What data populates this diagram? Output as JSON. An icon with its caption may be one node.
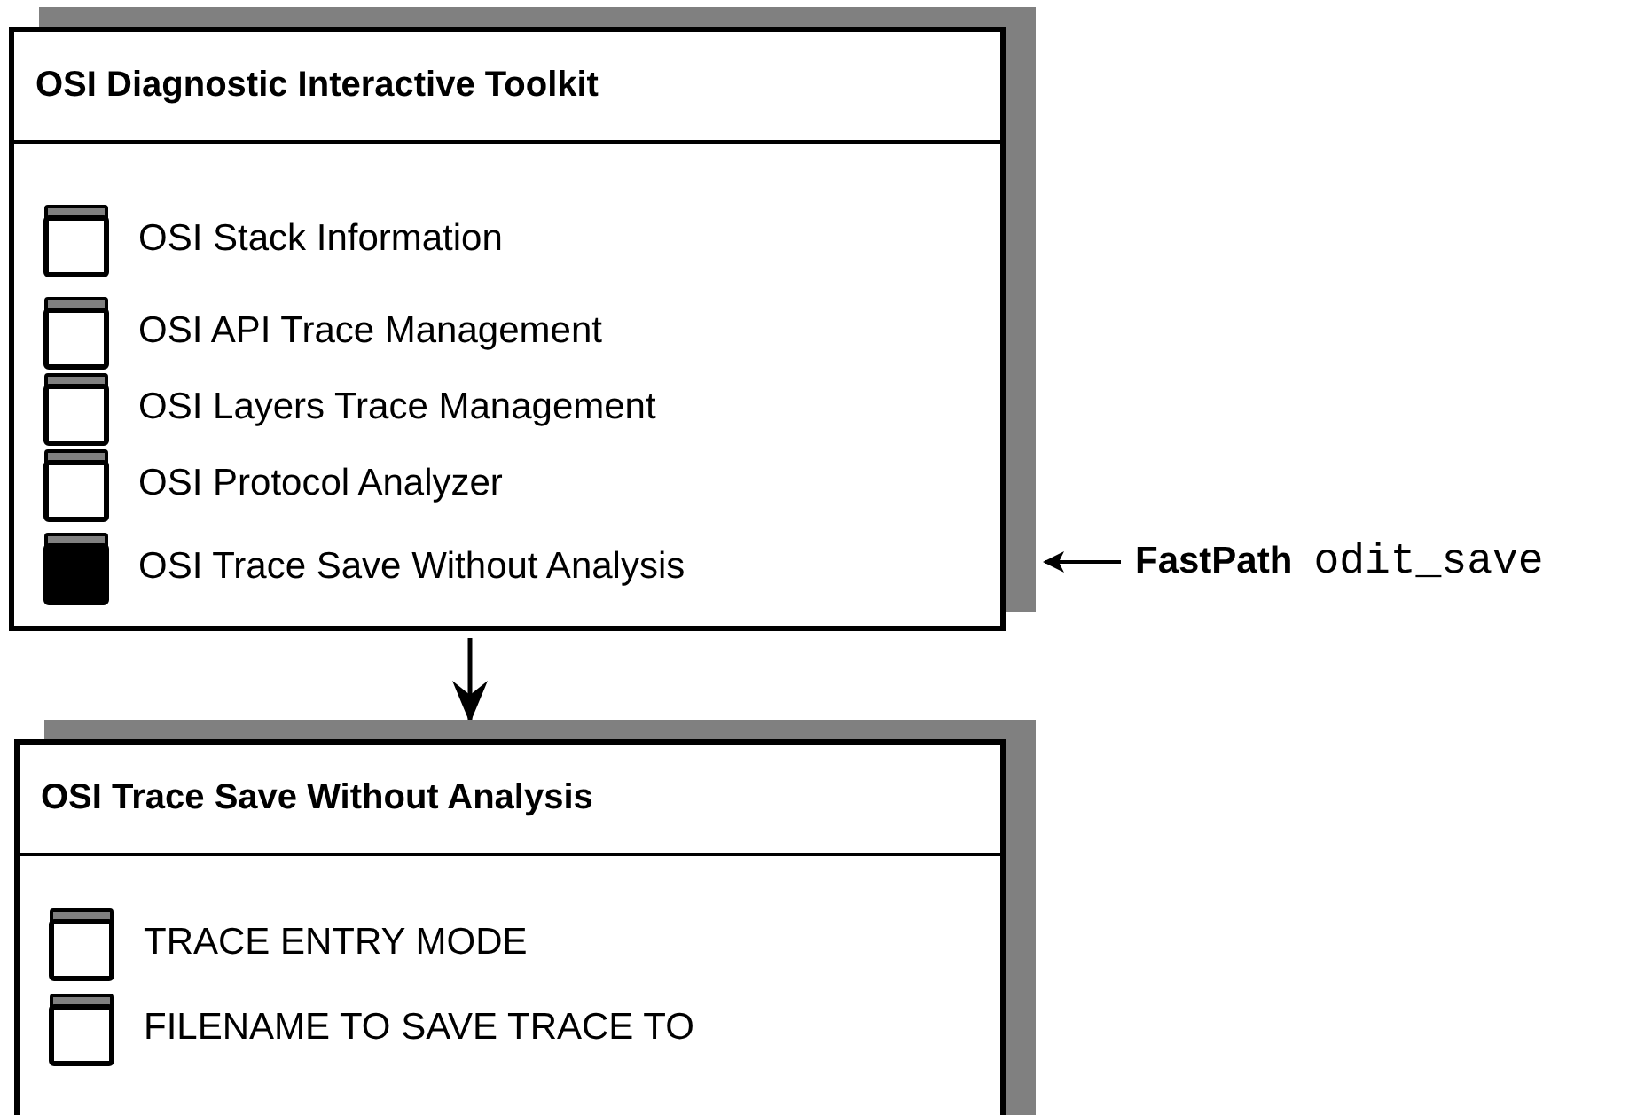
{
  "diagram": {
    "nodes": [
      {
        "text": [
          "OSI Diagnostic Interactive Toolkit",
          "OSI Stack Information",
          "OSI API Trace Management",
          "OSI Layers Trace Management",
          "OSI Protocol Analyzer",
          "OSI Trace Save Without Analysis"
        ]
      },
      {
        "text": [
          "FastPath",
          "odit_save"
        ]
      },
      {
        "text": [
          "OSI Trace Save Without Analysis",
          "TRACE ENTRY MODE",
          "FILENAME TO SAVE TRACE TO"
        ]
      }
    ],
    "edges": [
      {
        "from": 1,
        "to": 0,
        "arrow": "to"
      },
      {
        "from": 0,
        "to": 2,
        "arrow": "to"
      }
    ]
  }
}
